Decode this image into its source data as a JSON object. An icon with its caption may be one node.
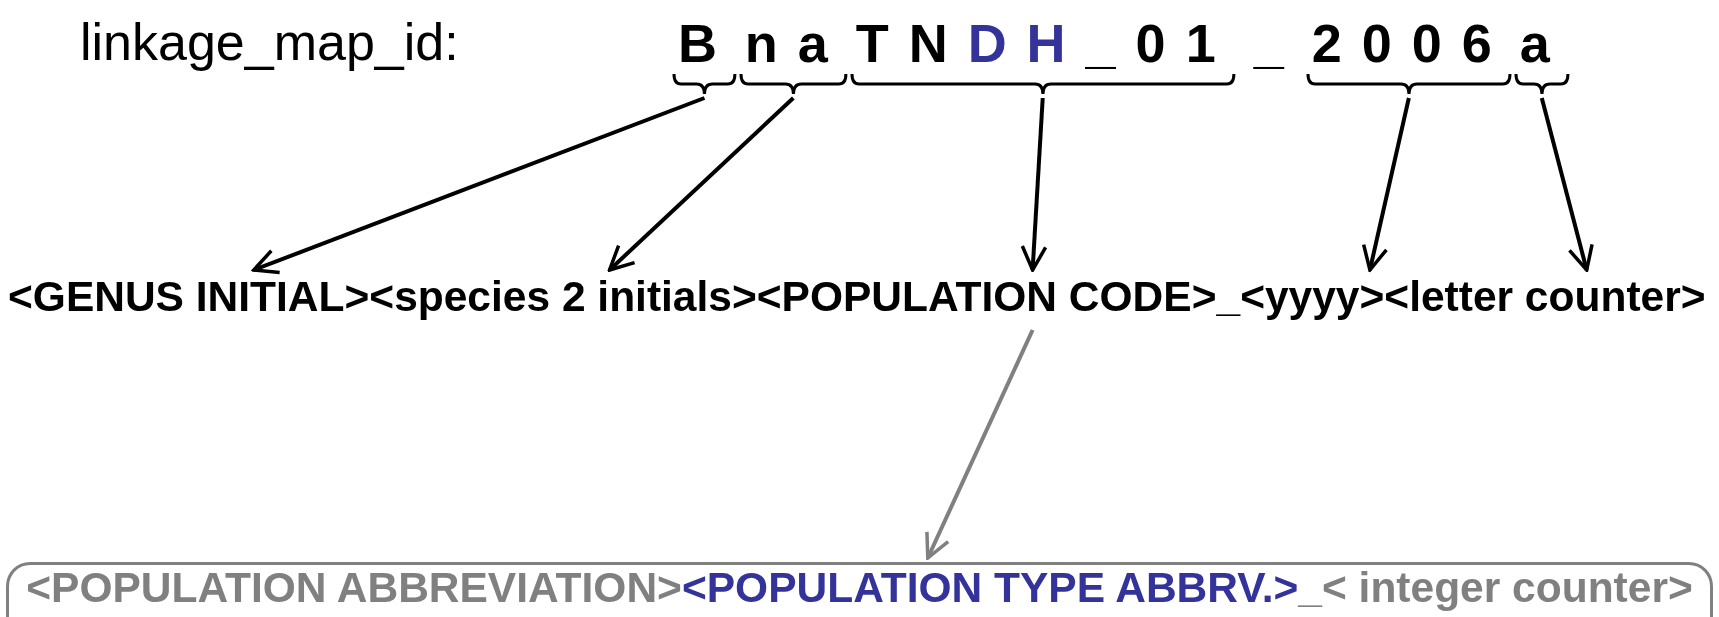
{
  "diagram": {
    "nodes": [
      {
        "text": [
          "B"
        ]
      },
      {
        "text": [
          "na"
        ]
      },
      {
        "text": [
          "TN",
          "DH",
          "_01"
        ]
      },
      {
        "text": [
          "2006"
        ]
      },
      {
        "text": [
          "a"
        ]
      },
      {
        "text": [
          "<GENUS INITIAL>"
        ]
      },
      {
        "text": [
          "<species 2 initials>"
        ]
      },
      {
        "text": [
          "<POPULATION CODE>"
        ]
      },
      {
        "text": [
          "<yyyy>"
        ]
      },
      {
        "text": [
          "<letter counter>"
        ]
      },
      {
        "text": [
          "<POPULATION ABBREVIATION>",
          "<POPULATION TYPE ABBRV.>",
          "_< integer counter>"
        ]
      }
    ],
    "edges": [
      {
        "from": 0,
        "to": 5,
        "arrow": "to"
      },
      {
        "from": 1,
        "to": 6,
        "arrow": "to"
      },
      {
        "from": 2,
        "to": 7,
        "arrow": "to"
      },
      {
        "from": 3,
        "to": 8,
        "arrow": "to"
      },
      {
        "from": 4,
        "to": 9,
        "arrow": "to"
      },
      {
        "from": 7,
        "to": 10,
        "arrow": "to",
        "color": "#808080"
      }
    ],
    "labels": [
      "linkage_map_id:",
      "_",
      "_"
    ]
  }
}
